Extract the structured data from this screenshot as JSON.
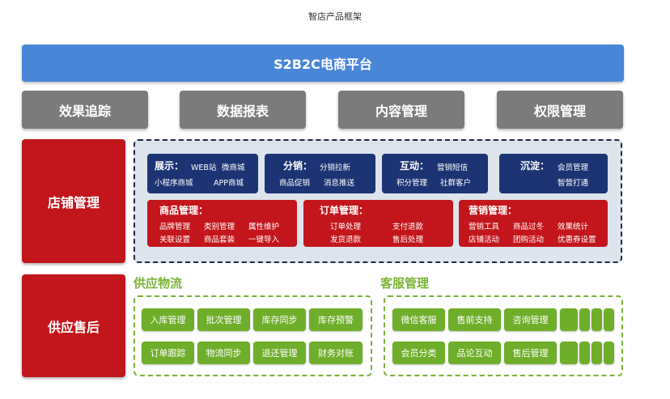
{
  "page_title": "智店产品框架",
  "platform": "S2B2C电商平台",
  "top_modules": [
    "效果追踪",
    "数据报表",
    "内容管理",
    "权限管理"
  ],
  "store": {
    "label": "店铺管理",
    "navy_boxes": [
      {
        "title": "展示：",
        "items": [
          "WEB站",
          "微商城",
          "小程序商城",
          "APP商城"
        ]
      },
      {
        "title": "分销：",
        "items": [
          "分销拉新",
          "商品促销",
          "消息推送"
        ]
      },
      {
        "title": "互动：",
        "items": [
          "营销短信",
          "积分管理",
          "社群客户"
        ]
      },
      {
        "title": "沉淀：",
        "items": [
          "会员管理",
          "智营打通"
        ]
      }
    ],
    "red_boxes": [
      {
        "title": "商品管理：",
        "items": [
          "品牌管理",
          "类别管理",
          "属性维护",
          "关联设置",
          "商品套装",
          "一键导入"
        ]
      },
      {
        "title": "订单管理：",
        "items": [
          "订单处理",
          "支付退款",
          "发货退款",
          "售后处理"
        ]
      },
      {
        "title": "营销管理：",
        "items": [
          "营销工具",
          "商品过冬",
          "效果统计",
          "店铺活动",
          "团购活动",
          "优惠券设置"
        ]
      }
    ]
  },
  "supply": {
    "label": "供应售后",
    "logistics": {
      "title": "供应物流",
      "buttons": [
        "入库管理",
        "批次管理",
        "库存同步",
        "库存预警",
        "订单跟踪",
        "物流同步",
        "退还管理",
        "财务对账"
      ]
    },
    "service": {
      "title": "客服管理",
      "buttons": [
        "微信客服",
        "售前支持",
        "咨询管理",
        "会员分类",
        "品论互动",
        "售后管理"
      ]
    }
  },
  "colors": {
    "platform_blue": "#4a86d8",
    "module_gray": "#7b7b7b",
    "accent_red": "#c3161c",
    "navy": "#1d3474",
    "green": "#6fae2a"
  }
}
